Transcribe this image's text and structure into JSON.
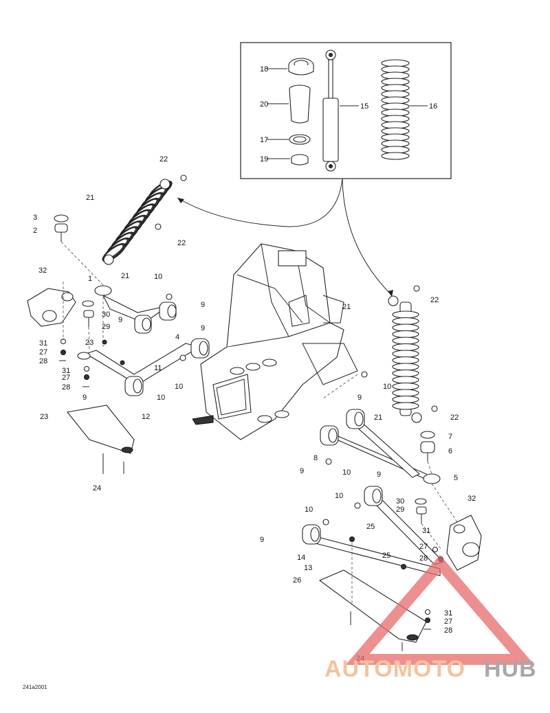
{
  "figure_code": "241a2001",
  "callouts": [
    {
      "label": "18"
    },
    {
      "label": "20"
    },
    {
      "label": "17"
    },
    {
      "label": "19"
    },
    {
      "label": "15"
    },
    {
      "label": "16"
    },
    {
      "label": "22"
    },
    {
      "label": "21"
    },
    {
      "label": "3"
    },
    {
      "label": "2"
    },
    {
      "label": "22"
    },
    {
      "label": "32"
    },
    {
      "label": "1"
    },
    {
      "label": "21"
    },
    {
      "label": "10"
    },
    {
      "label": "9"
    },
    {
      "label": "30"
    },
    {
      "label": "29"
    },
    {
      "label": "9"
    },
    {
      "label": "4"
    },
    {
      "label": "9"
    },
    {
      "label": "31"
    },
    {
      "label": "23"
    },
    {
      "label": "27"
    },
    {
      "label": "28"
    },
    {
      "label": "11"
    },
    {
      "label": "31"
    },
    {
      "label": "27"
    },
    {
      "label": "28"
    },
    {
      "label": "10"
    },
    {
      "label": "10"
    },
    {
      "label": "9"
    },
    {
      "label": "12"
    },
    {
      "label": "23"
    },
    {
      "label": "24"
    },
    {
      "label": "21"
    },
    {
      "label": "22"
    },
    {
      "label": "10"
    },
    {
      "label": "9"
    },
    {
      "label": "21"
    },
    {
      "label": "22"
    },
    {
      "label": "7"
    },
    {
      "label": "6"
    },
    {
      "label": "8"
    },
    {
      "label": "9"
    },
    {
      "label": "10"
    },
    {
      "label": "9"
    },
    {
      "label": "5"
    },
    {
      "label": "10"
    },
    {
      "label": "30"
    },
    {
      "label": "29"
    },
    {
      "label": "32"
    },
    {
      "label": "10"
    },
    {
      "label": "25"
    },
    {
      "label": "31"
    },
    {
      "label": "27"
    },
    {
      "label": "9"
    },
    {
      "label": "14"
    },
    {
      "label": "25"
    },
    {
      "label": "28"
    },
    {
      "label": "13"
    },
    {
      "label": "26"
    },
    {
      "label": "31"
    },
    {
      "label": "27"
    },
    {
      "label": "28"
    },
    {
      "label": "24"
    }
  ],
  "watermark": {
    "part1": "AUTOMOTO",
    "part2": "HUB",
    "color1": "#f2b07c",
    "color2": "#8c8c8c",
    "triangle_color": "#e86a6a"
  }
}
